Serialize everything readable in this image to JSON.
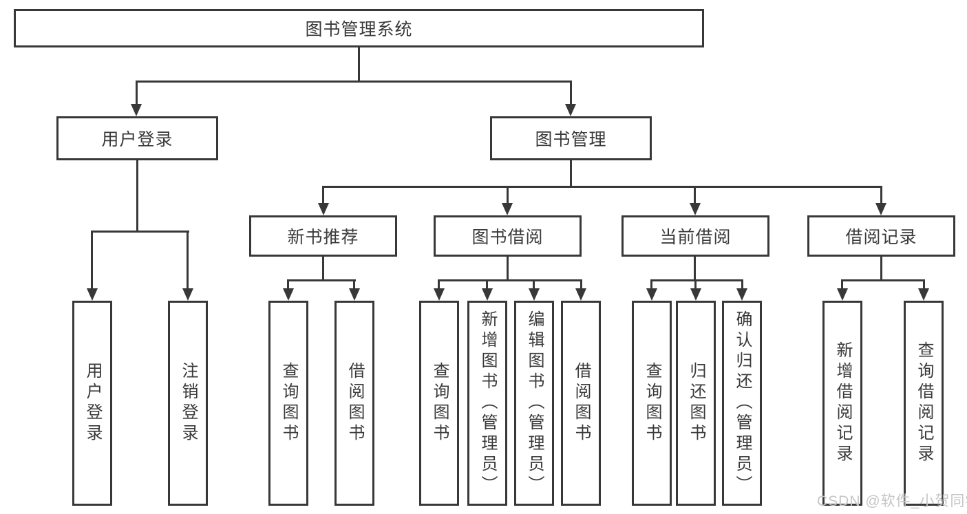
{
  "diagram": {
    "root": "图书管理系统",
    "level2": [
      "用户登录",
      "图书管理"
    ],
    "level3": [
      "新书推荐",
      "图书借阅",
      "当前借阅",
      "借阅记录"
    ],
    "leaves": [
      "用户登录",
      "注销登录",
      "查询图书",
      "借阅图书",
      "查询图书",
      "新增图书（管理员）",
      "编辑图书（管理员）",
      "借阅图书",
      "查询图书",
      "归还图书",
      "确认归还（管理员）",
      "新增借阅记录",
      "查询借阅记录"
    ]
  },
  "watermark": "CSDN @软件_小贺同学",
  "colors": {
    "line": "#383838",
    "text": "#3a3a3a",
    "wm": "#c6c6c6",
    "bg": "#ffffff"
  }
}
